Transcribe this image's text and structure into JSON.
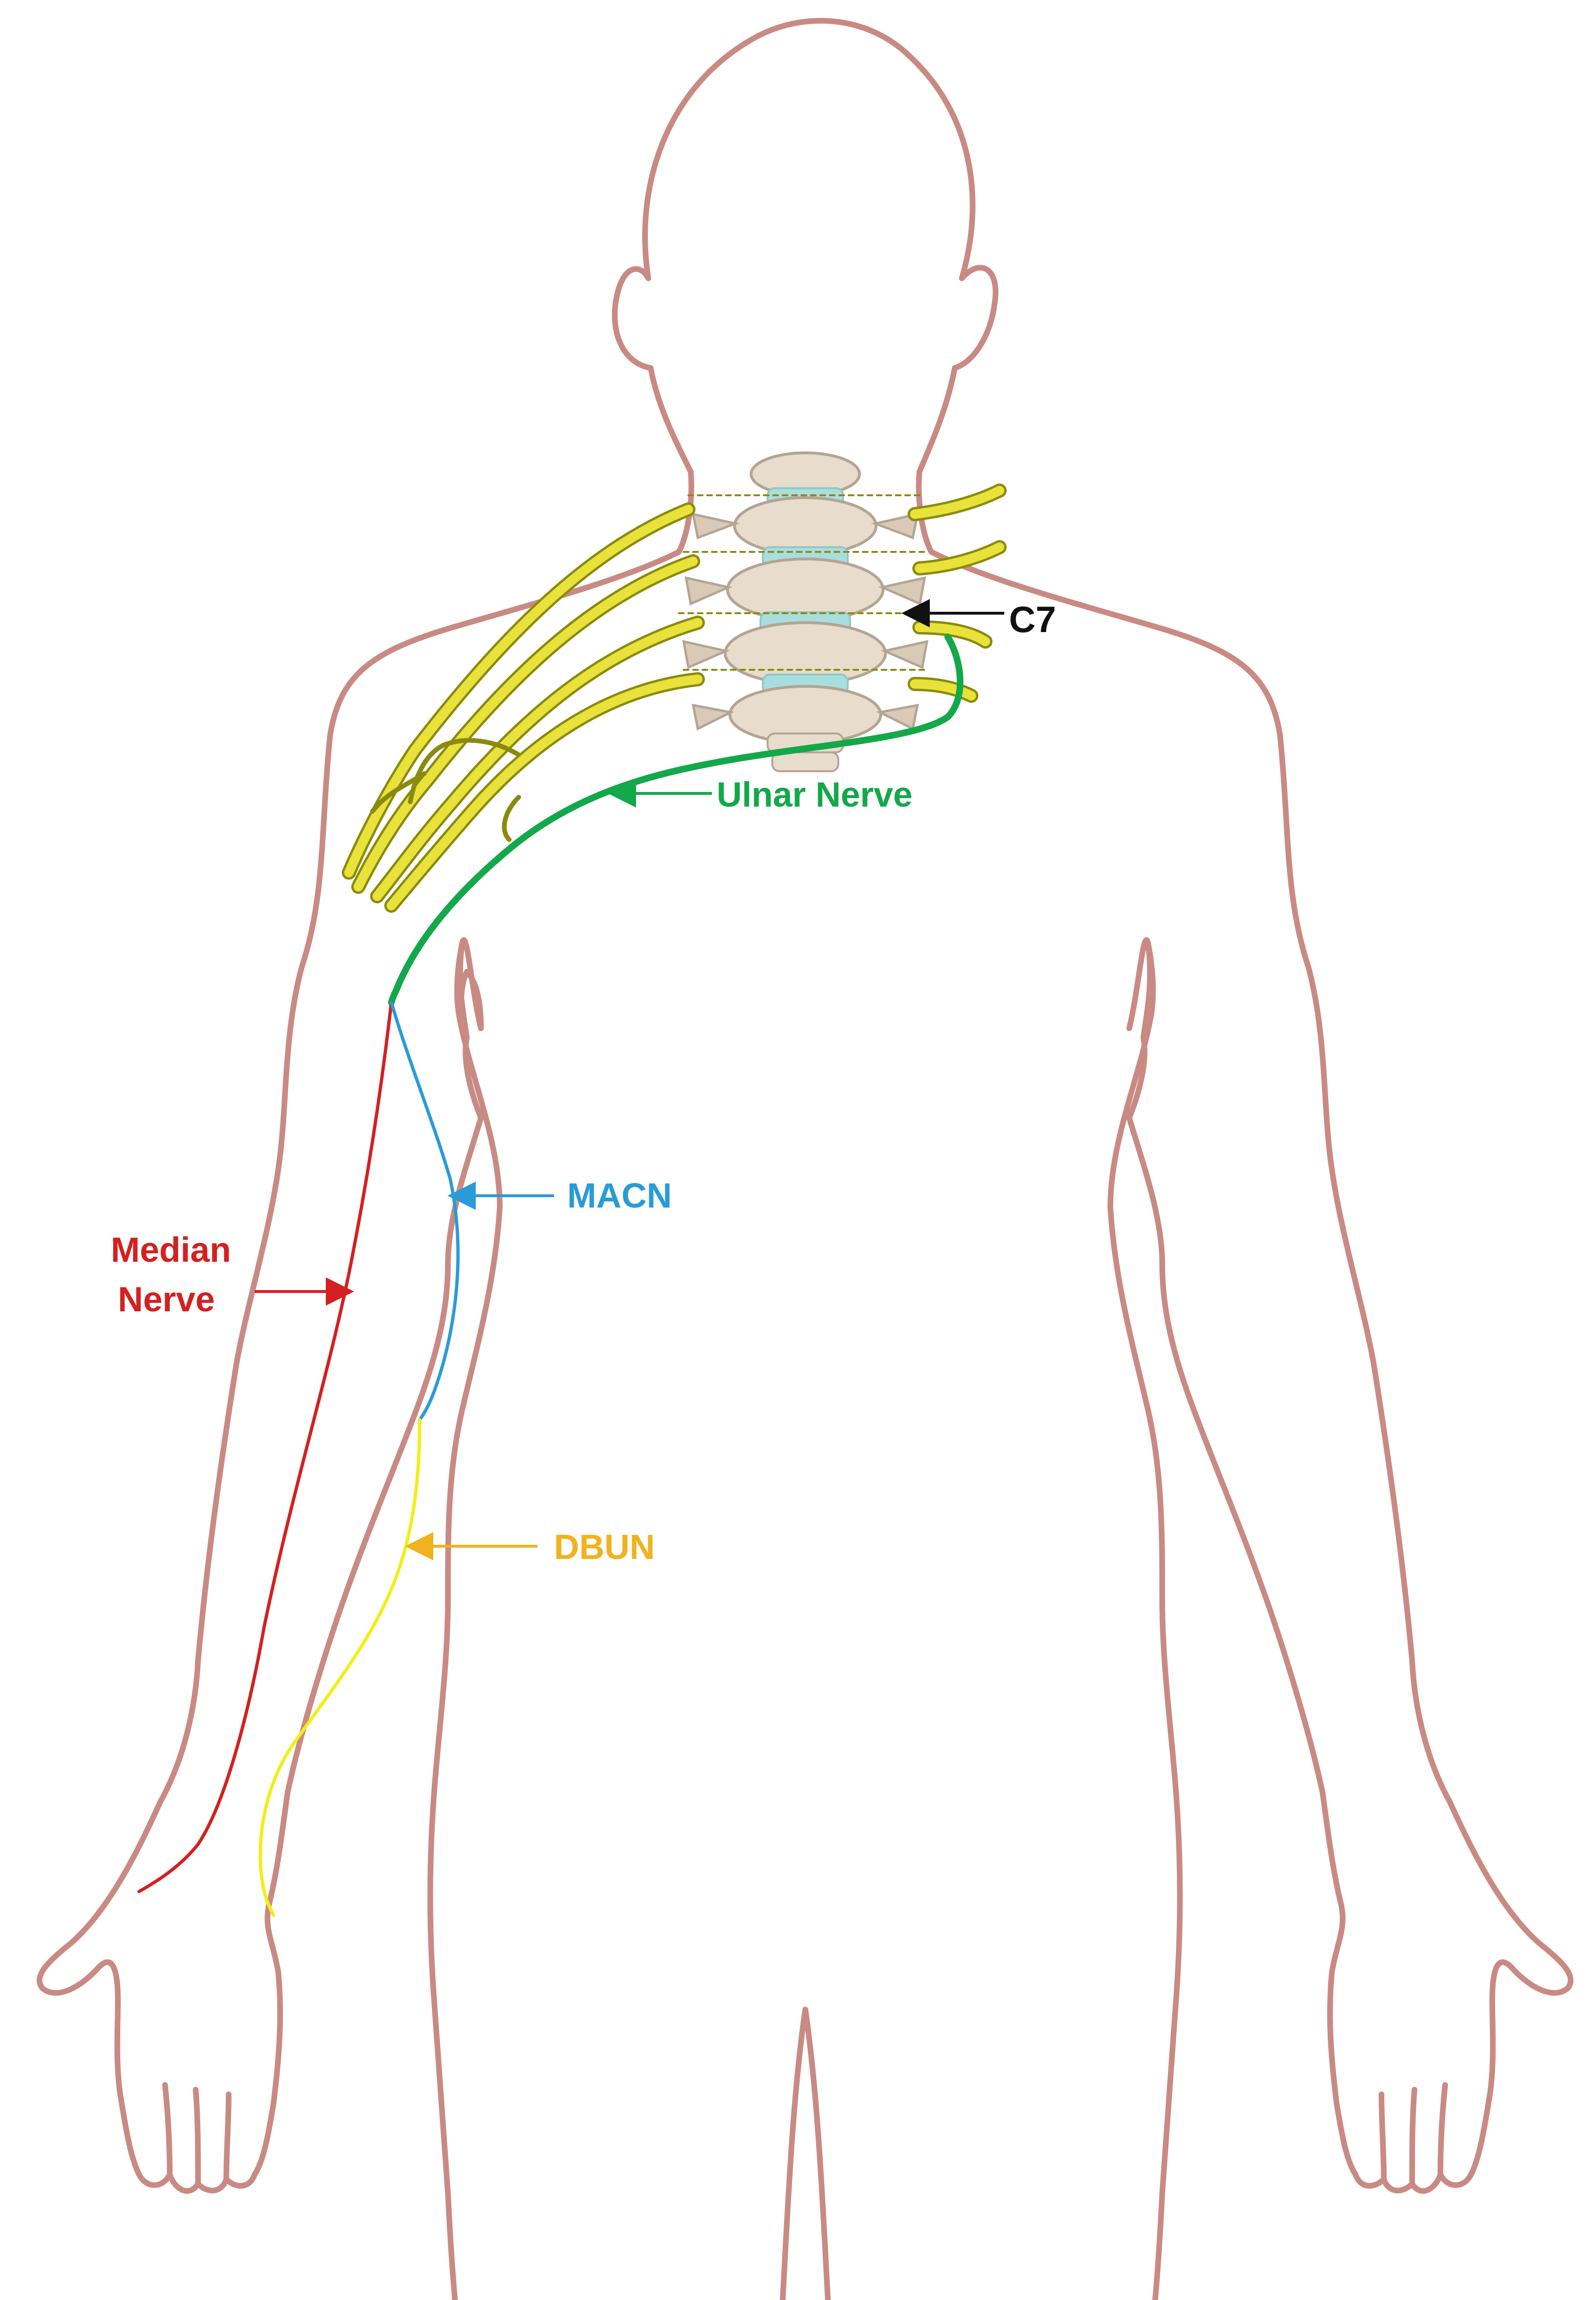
{
  "labels": {
    "c7": "C7",
    "ulnar": "Ulnar Nerve",
    "macn": "MACN",
    "median_line1": "Median",
    "median_line2": "Nerve",
    "dbun": "DBUN"
  },
  "colors": {
    "body_outline": "#c98a84",
    "body_outline_dark": "#a8635e",
    "nerve_yellow": "#e8e23a",
    "nerve_yellow_dark": "#8a8a10",
    "ulnar": "#13a84a",
    "macn": "#2a9bd8",
    "median": "#d42020",
    "dbun": "#f2ee18",
    "dbun_label": "#f0b21e",
    "c7": "#111111",
    "vertebra": "#e8dccc",
    "vertebra_shadow": "#b4a493",
    "disc": "#a9dede"
  }
}
